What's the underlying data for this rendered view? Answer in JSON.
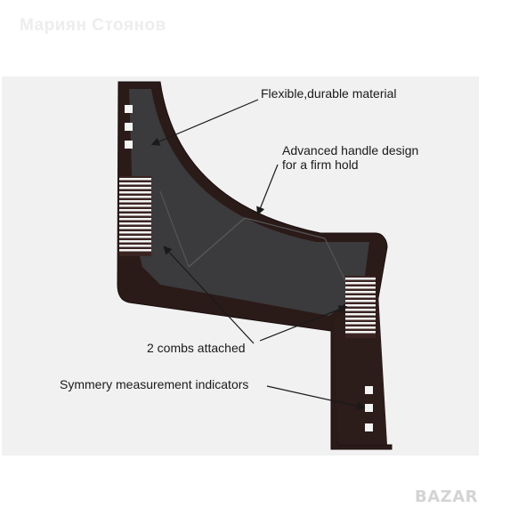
{
  "watermark": "Мариян Стоянов",
  "logo": "BAZAR",
  "labels": {
    "material": "Flexible,durable material",
    "handle_line1": "Advanced handle design",
    "handle_line2": "for a firm hold",
    "combs": "2 combs attached",
    "symmetry": "Symmery measurement indicators"
  },
  "colors": {
    "body": "#2a1a18",
    "inner": "#3d3d40",
    "teeth": "#f4f4f4",
    "background": "#f1f1f1"
  }
}
